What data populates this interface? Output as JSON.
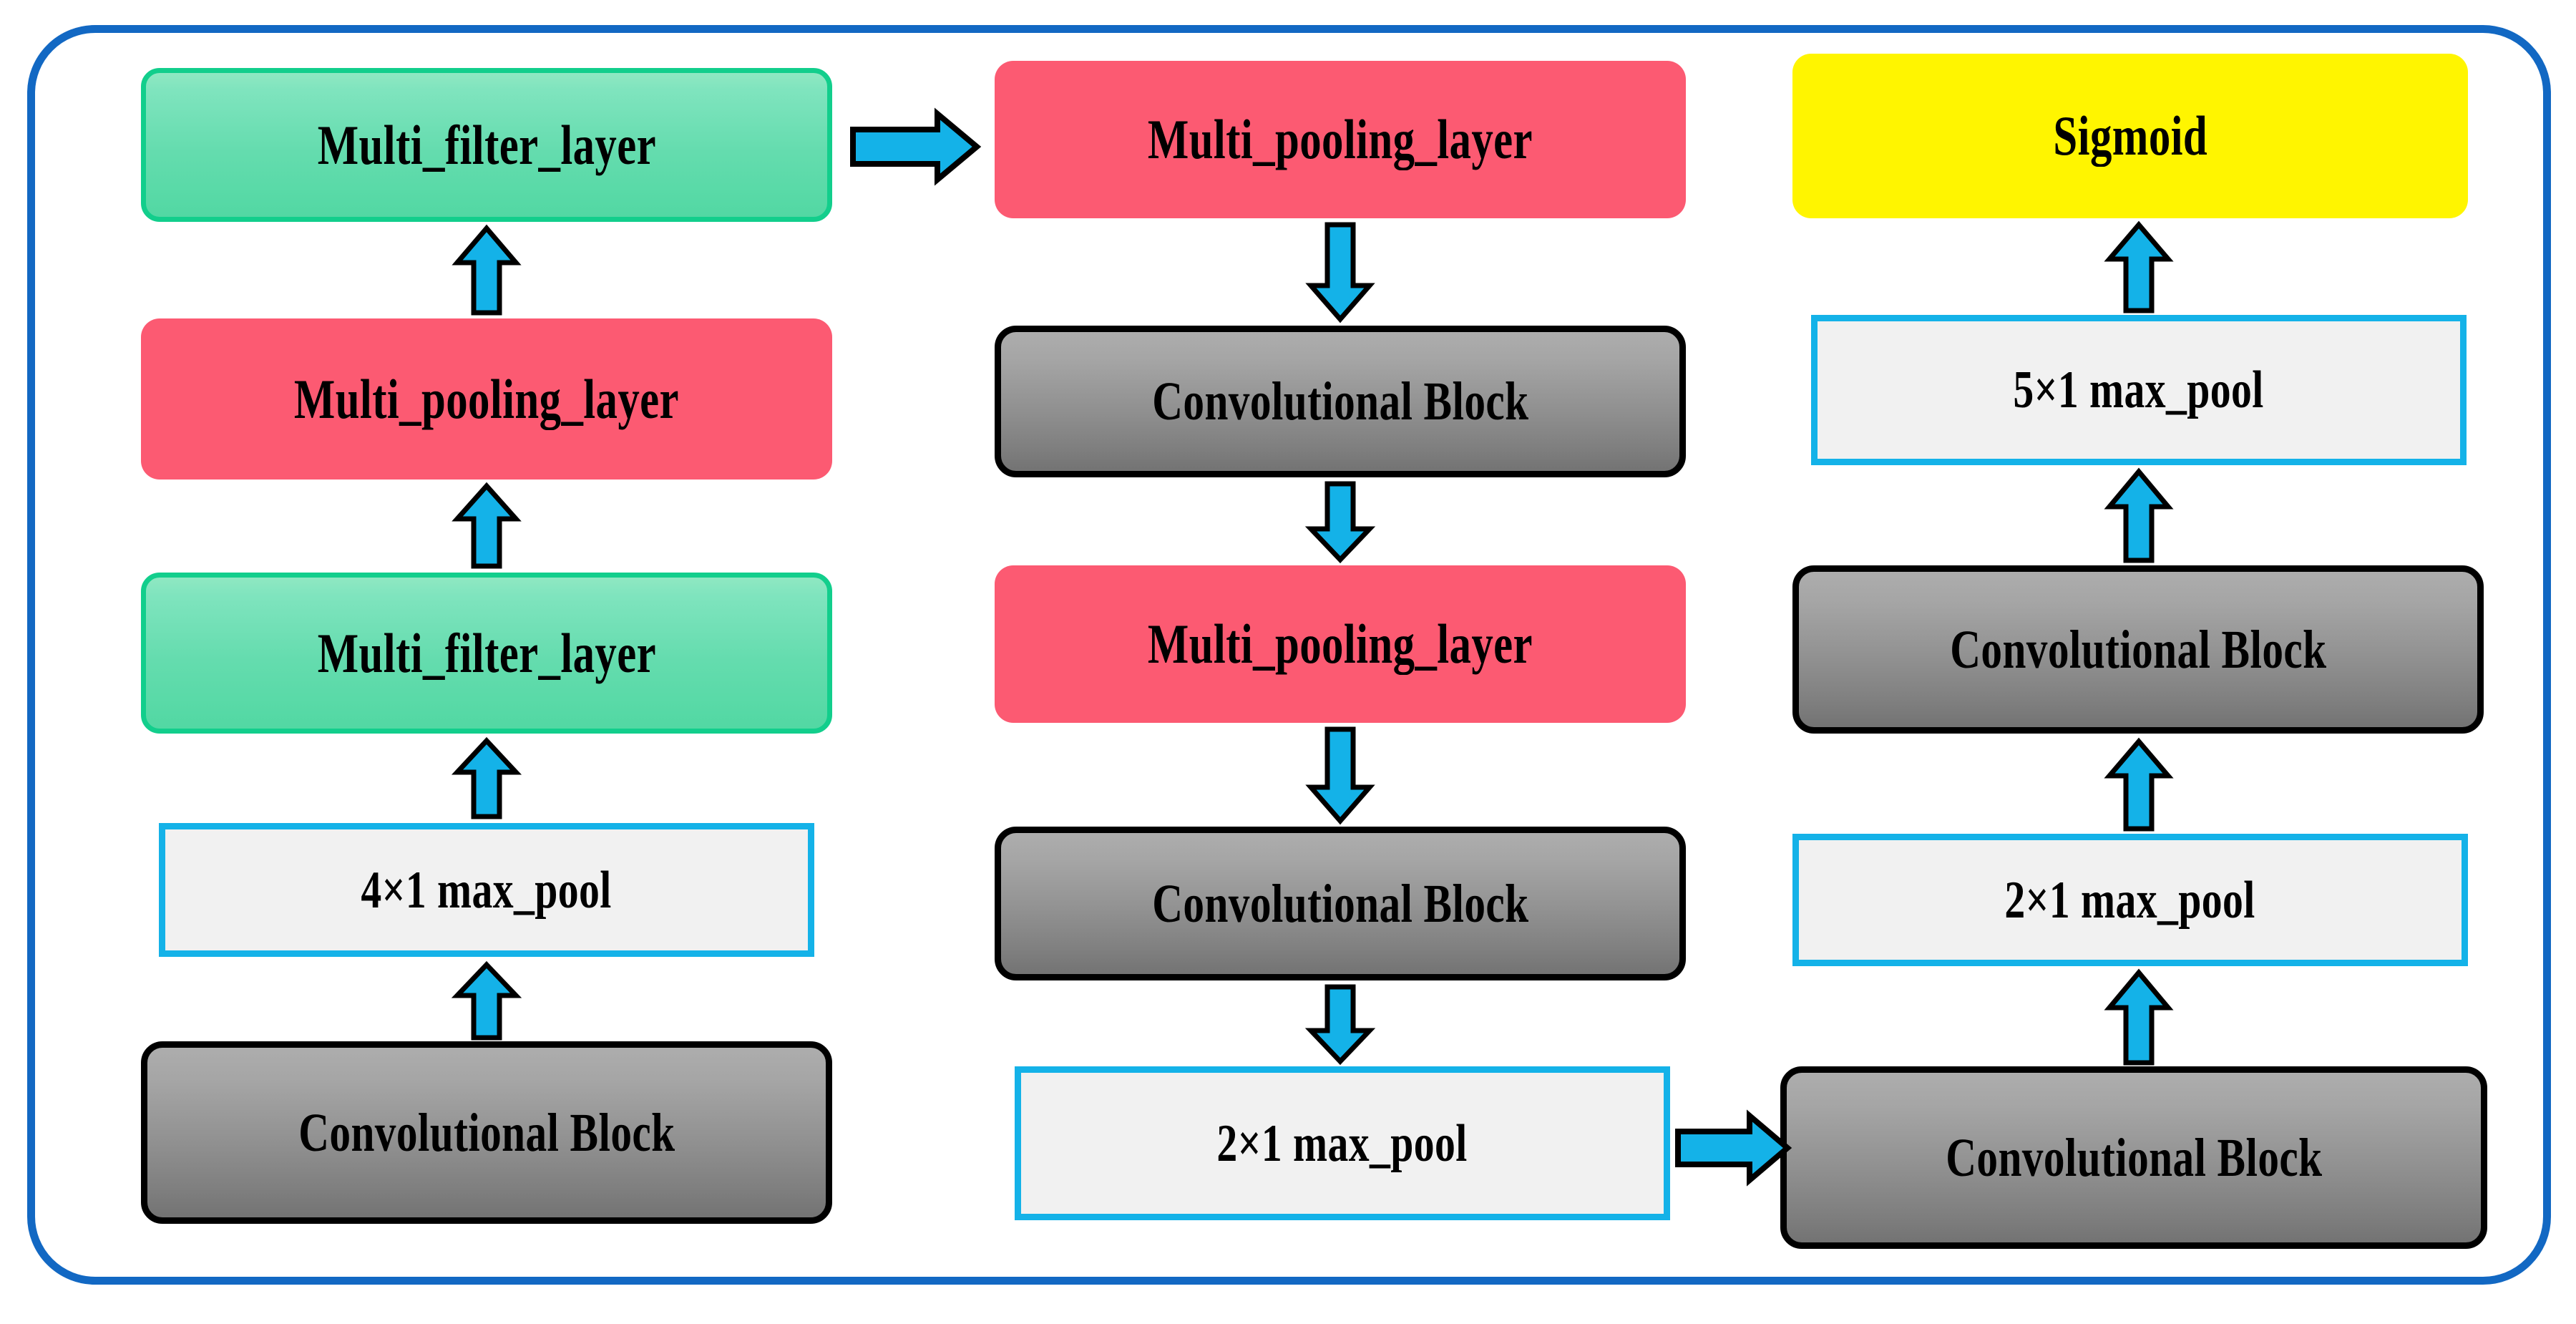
{
  "diagram": {
    "title": "Multi-branch CNN architecture block diagram",
    "frame": {
      "border_color": "#1268C3"
    },
    "palette": {
      "multi_filter_layer": "#64DCAE",
      "multi_filter_layer_border": "#12CE8C",
      "multi_pooling_layer": "#FC5A72",
      "sigmoid": "#FFF500",
      "convolutional_block": "#919191",
      "convolutional_block_border": "#000000",
      "max_pool_fill": "#F1F1F1",
      "max_pool_border": "#14B2E8",
      "arrow_fill": "#14B2E8",
      "arrow_stroke": "#000000"
    },
    "columns": [
      {
        "name": "left-column",
        "nodes": [
          {
            "id": "left-multi-filter-top",
            "label": "Multi_filter_layer",
            "kind": "multi-filter-layer"
          },
          {
            "id": "left-multi-pooling",
            "label": "Multi_pooling_layer",
            "kind": "multi-pooling-layer"
          },
          {
            "id": "left-multi-filter-bottom",
            "label": "Multi_filter_layer",
            "kind": "multi-filter-layer"
          },
          {
            "id": "left-max-pool",
            "label": "4×1 max_pool",
            "kind": "max-pool"
          },
          {
            "id": "left-conv-block",
            "label": "Convolutional  Block",
            "kind": "convolutional-block"
          }
        ]
      },
      {
        "name": "middle-column",
        "nodes": [
          {
            "id": "mid-multi-pooling-top",
            "label": "Multi_pooling_layer",
            "kind": "multi-pooling-layer"
          },
          {
            "id": "mid-conv-block-top",
            "label": "Convolutional  Block",
            "kind": "convolutional-block"
          },
          {
            "id": "mid-multi-pooling-bottom",
            "label": "Multi_pooling_layer",
            "kind": "multi-pooling-layer"
          },
          {
            "id": "mid-conv-block-bottom",
            "label": "Convolutional  Block",
            "kind": "convolutional-block"
          },
          {
            "id": "mid-max-pool",
            "label": "2×1 max_pool",
            "kind": "max-pool"
          }
        ]
      },
      {
        "name": "right-column",
        "nodes": [
          {
            "id": "right-sigmoid",
            "label": "Sigmoid",
            "kind": "sigmoid"
          },
          {
            "id": "right-max-pool-top",
            "label": "5×1 max_pool",
            "kind": "max-pool"
          },
          {
            "id": "right-conv-block-top",
            "label": "Convolutional  Block",
            "kind": "convolutional-block"
          },
          {
            "id": "right-max-pool-bottom",
            "label": "2×1 max_pool",
            "kind": "max-pool"
          },
          {
            "id": "right-conv-block-bottom",
            "label": "Convolutional  Block",
            "kind": "convolutional-block"
          }
        ]
      }
    ],
    "arrows": [
      {
        "id": "arrow-left-conv-to-maxpool",
        "direction": "up",
        "from": "left-conv-block",
        "to": "left-max-pool"
      },
      {
        "id": "arrow-left-maxpool-to-filter",
        "direction": "up",
        "from": "left-max-pool",
        "to": "left-multi-filter-bottom"
      },
      {
        "id": "arrow-left-filter-to-pooling",
        "direction": "up",
        "from": "left-multi-filter-bottom",
        "to": "left-multi-pooling"
      },
      {
        "id": "arrow-left-pooling-to-filter-top",
        "direction": "up",
        "from": "left-multi-pooling",
        "to": "left-multi-filter-top"
      },
      {
        "id": "arrow-left-to-middle",
        "direction": "right",
        "from": "left-multi-filter-top",
        "to": "mid-multi-pooling-top"
      },
      {
        "id": "arrow-mid-pooling-to-conv",
        "direction": "down",
        "from": "mid-multi-pooling-top",
        "to": "mid-conv-block-top"
      },
      {
        "id": "arrow-mid-conv-to-pooling",
        "direction": "down",
        "from": "mid-conv-block-top",
        "to": "mid-multi-pooling-bottom"
      },
      {
        "id": "arrow-mid-pooling-to-conv-bottom",
        "direction": "down",
        "from": "mid-multi-pooling-bottom",
        "to": "mid-conv-block-bottom"
      },
      {
        "id": "arrow-mid-conv-to-maxpool",
        "direction": "down",
        "from": "mid-conv-block-bottom",
        "to": "mid-max-pool"
      },
      {
        "id": "arrow-middle-to-right",
        "direction": "right",
        "from": "mid-max-pool",
        "to": "right-conv-block-bottom"
      },
      {
        "id": "arrow-right-conv-to-maxpool",
        "direction": "up",
        "from": "right-conv-block-bottom",
        "to": "right-max-pool-bottom"
      },
      {
        "id": "arrow-right-maxpool-to-conv",
        "direction": "up",
        "from": "right-max-pool-bottom",
        "to": "right-conv-block-top"
      },
      {
        "id": "arrow-right-conv-to-maxpool-top",
        "direction": "up",
        "from": "right-conv-block-top",
        "to": "right-max-pool-top"
      },
      {
        "id": "arrow-right-maxpool-to-sigmoid",
        "direction": "up",
        "from": "right-max-pool-top",
        "to": "right-sigmoid"
      }
    ]
  }
}
